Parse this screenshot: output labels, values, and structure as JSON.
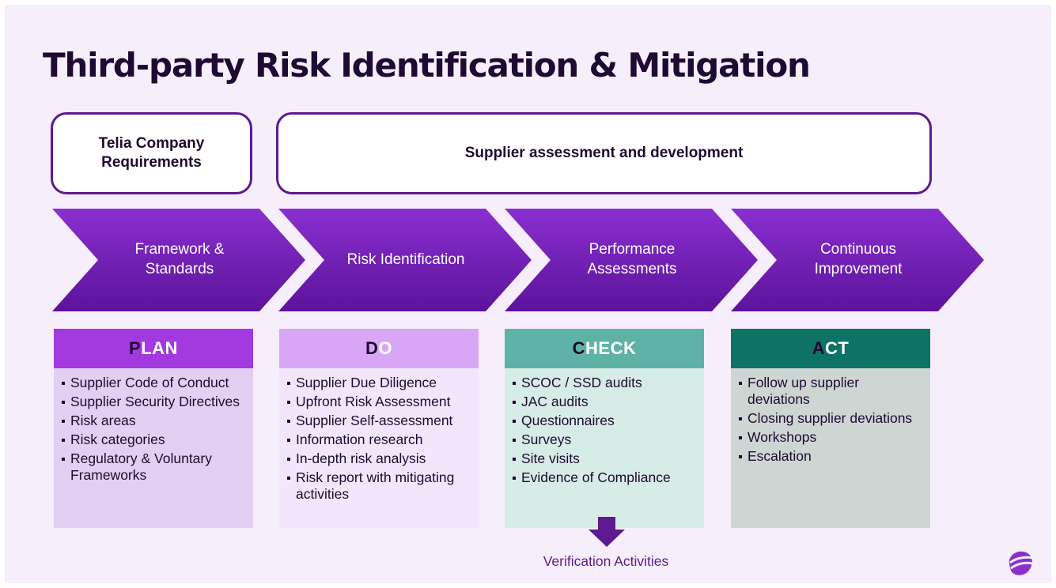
{
  "slide": {
    "title": "Third-party Risk Identification & Mitigation"
  },
  "top_boxes": {
    "requirements": "Telia Company\nRequirements",
    "supplier": "Supplier assessment and development"
  },
  "stages": [
    {
      "label": "Framework &\nStandards",
      "color": "#7b1fc0"
    },
    {
      "label": "Risk Identification",
      "color": "#7b1fc0"
    },
    {
      "label": "Performance\nAssessments",
      "color": "#7b1fc0"
    },
    {
      "label": "Continuous\nImprovement",
      "color": "#7b1fc0"
    }
  ],
  "columns": [
    {
      "head_first": "P",
      "head_rest": "LAN",
      "head_color": "#a23ae0",
      "body_color": "#e3cff2",
      "items": [
        "Supplier Code of Conduct",
        "Supplier Security Directives",
        "Risk areas",
        "Risk categories",
        "Regulatory & Voluntary Frameworks"
      ]
    },
    {
      "head_first": "D",
      "head_rest": "O",
      "head_color": "#d9a6f5",
      "body_color": "#f3e6fb",
      "items": [
        "Supplier Due Diligence",
        "Upfront Risk Assessment",
        "Supplier Self-assessment",
        "Information research",
        "In-depth risk analysis",
        "Risk report with mitigating activities"
      ]
    },
    {
      "head_first": "C",
      "head_rest": "HECK",
      "head_color": "#5fb3a6",
      "body_color": "#d6ece6",
      "items": [
        "SCOC / SSD audits",
        "JAC audits",
        "Questionnaires",
        "Surveys",
        "Site visits",
        "Evidence of Compliance"
      ]
    },
    {
      "head_first": "A",
      "head_rest": "CT",
      "head_color": "#0e7266",
      "body_color": "#ced6d3",
      "items": [
        "Follow up supplier deviations",
        "Closing supplier deviations",
        "Workshops",
        "Escalation"
      ]
    }
  ],
  "footer": {
    "verification_label": "Verification Activities"
  },
  "icons": {
    "down_arrow": "down-arrow-icon",
    "logo": "telia-pebble-logo"
  },
  "colors": {
    "accent": "#5d1a8f",
    "background": "#f7eefc"
  }
}
